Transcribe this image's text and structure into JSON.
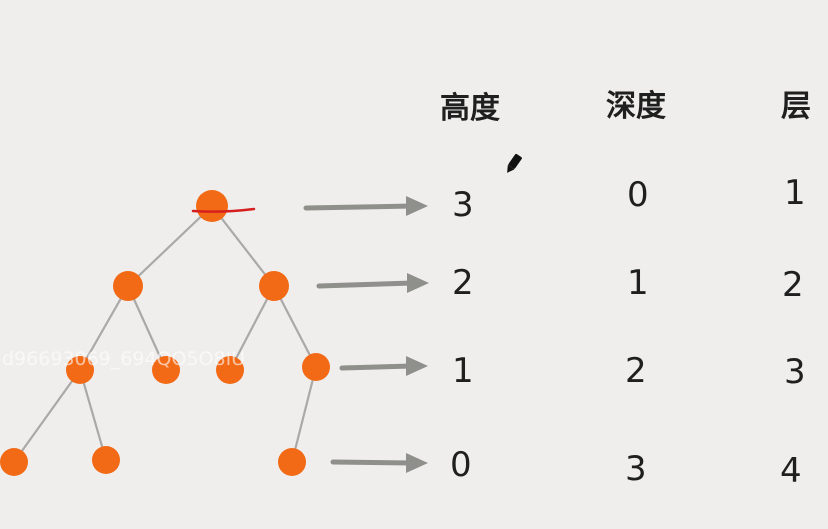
{
  "headers": [
    "高度",
    "深度",
    "层"
  ],
  "rows": [
    {
      "height": "3",
      "depth": "0",
      "level": "1"
    },
    {
      "height": "2",
      "depth": "1",
      "level": "2"
    },
    {
      "height": "1",
      "depth": "2",
      "level": "3"
    },
    {
      "height": "0",
      "depth": "3",
      "level": "4"
    }
  ],
  "watermark": "d96693069_694QO5O8IU",
  "colors": {
    "background": "#efeeec",
    "node": "#f26a16",
    "edge": "#a9a9a9",
    "arrow": "#8f8f8b",
    "ink": "#1f1f1f",
    "root_mark": "#d61f1f"
  },
  "icons": [
    "pen-cursor-icon"
  ]
}
